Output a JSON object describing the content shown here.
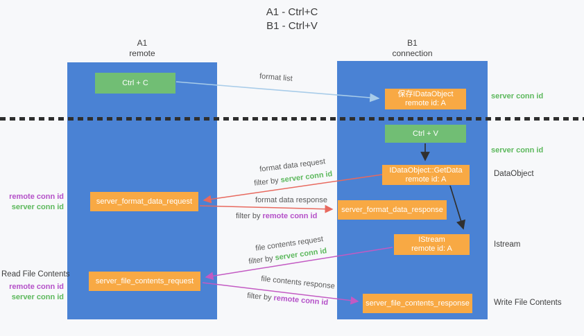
{
  "title": {
    "line1": "A1 - Ctrl+C",
    "line2": "B1 - Ctrl+V"
  },
  "lifelines": {
    "left": {
      "name": "A1",
      "role": "remote"
    },
    "right": {
      "name": "B1",
      "role": "connection"
    }
  },
  "nodes": {
    "ctrl_c": {
      "label": "Ctrl + C"
    },
    "ctrl_v": {
      "label": "Ctrl + V"
    },
    "save_dataobject": {
      "line1": "保存IDataObject",
      "line2": "remote id: A"
    },
    "getdata": {
      "line1": "IDataObject::GetData",
      "line2": "remote id: A"
    },
    "istream": {
      "line1": "IStream",
      "line2": "remote id: A"
    },
    "server_format_data_request": {
      "label": "server_format_data_request"
    },
    "server_format_data_response": {
      "label": "server_format_data_response"
    },
    "server_file_contents_request": {
      "label": "server_file_contents_request"
    },
    "server_file_contents_response": {
      "label": "server_file_contents_response"
    }
  },
  "messages": {
    "format_list": "format list",
    "format_data_request": "format data request",
    "format_data_response": "format data response",
    "file_contents_request": "file contents request",
    "file_contents_response": "file contents response",
    "filter_by": "filter by",
    "server_conn_id": "server conn id",
    "remote_conn_id": "remote conn id"
  },
  "annotations": {
    "right": {
      "server_conn_id_top": "server conn id",
      "server_conn_id_mid": "server conn id",
      "dataobject": "DataObject",
      "istream": "Istream",
      "write_file_contents": "Write File Contents"
    },
    "left": {
      "remote_conn_id_1": "remote conn id",
      "server_conn_id_1": "server conn id",
      "read_file_contents": "Read File Contents",
      "remote_conn_id_2": "remote conn id",
      "server_conn_id_2": "server conn id"
    }
  },
  "colors": {
    "lifeline_blue": "#4a82d4",
    "node_orange": "#f8a944",
    "node_green": "#71be74",
    "arrow_salmon": "#e8695e",
    "arrow_magenta": "#c35ac3",
    "arrow_light_blue": "#a8cce9",
    "arrow_black": "#303030",
    "id_green": "#5cb85c",
    "id_purple": "#b450c8",
    "label_gray": "#595959"
  }
}
